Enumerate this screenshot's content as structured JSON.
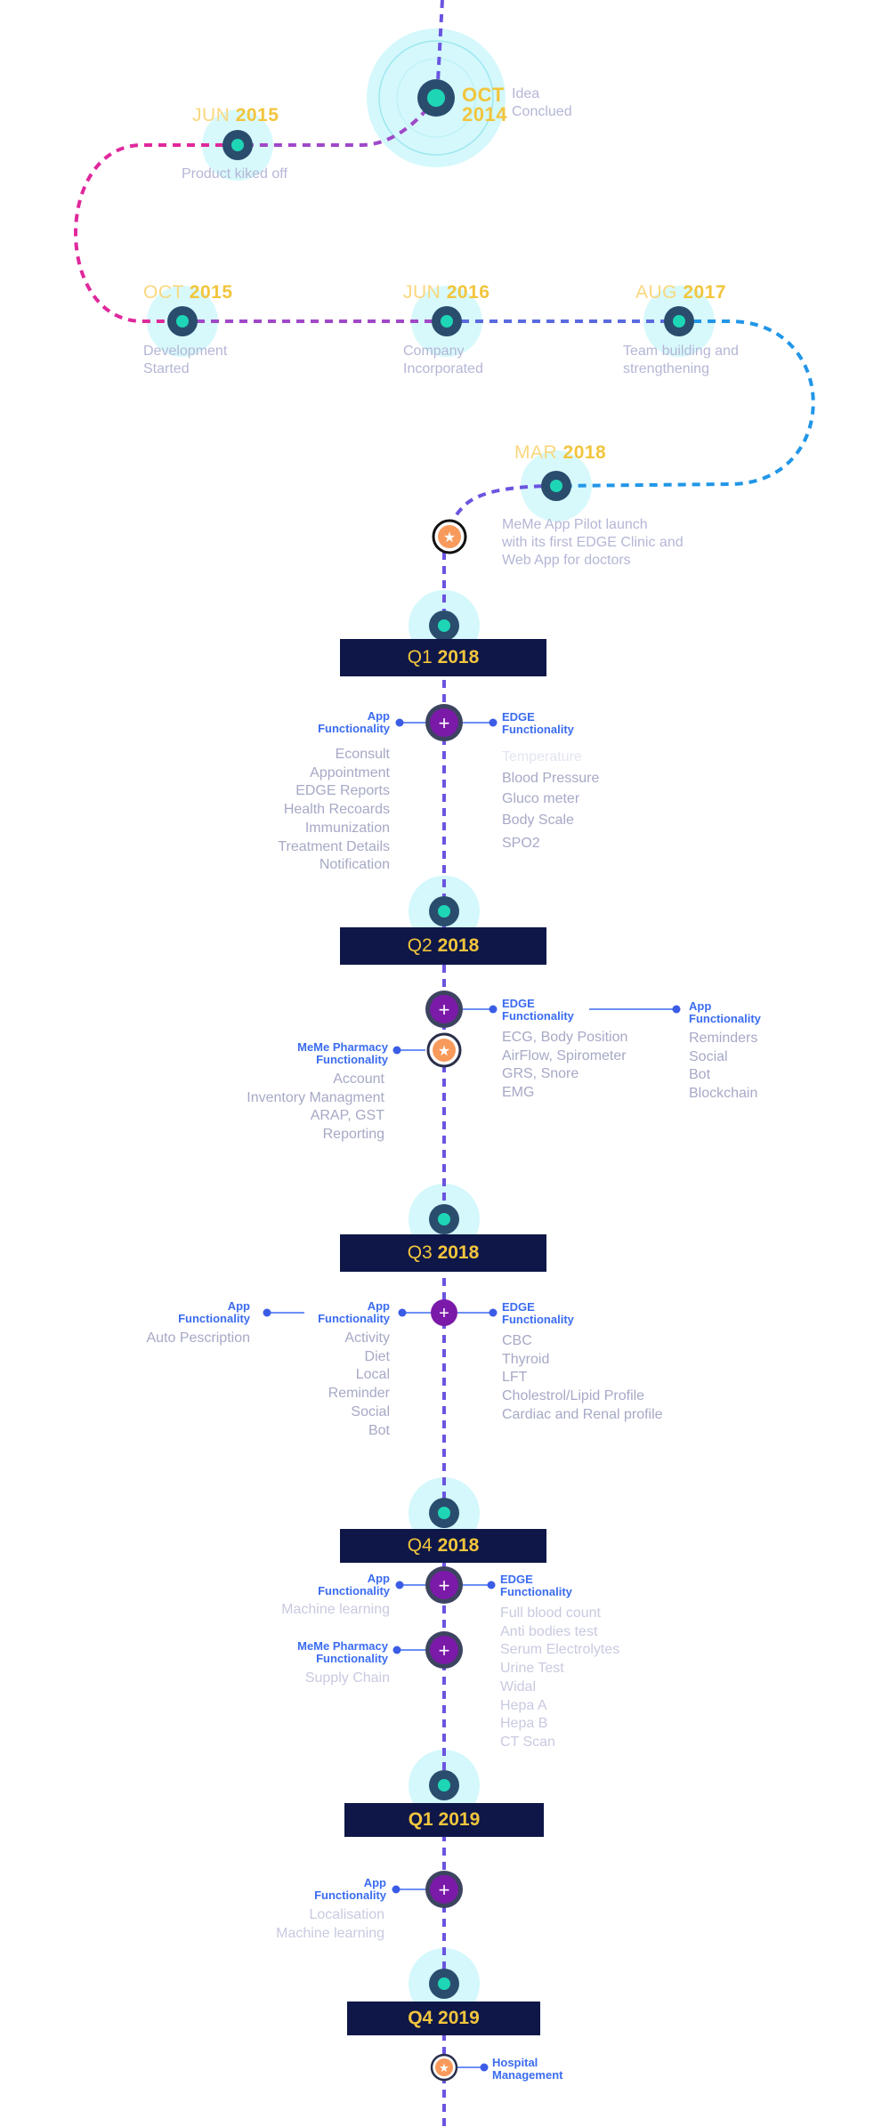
{
  "milestones": {
    "oct2014": {
      "month": "OCT",
      "year": "2014",
      "note": "Idea\nConclued"
    },
    "jun2015": {
      "month": "JUN",
      "year": "2015",
      "note": "Product kiked off"
    },
    "oct2015": {
      "month": "OCT",
      "year": "2015",
      "note": "Development\nStarted"
    },
    "jun2016": {
      "month": "JUN",
      "year": "2016",
      "note": "Company\nIncorporated"
    },
    "aug2017": {
      "month": "AUG",
      "year": "2017",
      "note": "Team building and\nstrengthening"
    },
    "mar2018": {
      "month": "MAR",
      "year": "2018",
      "note": "MeMe App Pilot launch\nwith its first EDGE Clinic and\nWeb App for doctors"
    }
  },
  "quarters": {
    "q1_2018": {
      "q": "Q1",
      "year": "2018"
    },
    "q2_2018": {
      "q": "Q2",
      "year": "2018"
    },
    "q3_2018": {
      "q": "Q3",
      "year": "2018"
    },
    "q4_2018": {
      "q": "Q4",
      "year": "2018"
    },
    "q1_2019": {
      "label": "Q1 2019"
    },
    "q4_2019": {
      "label": "Q4 2019"
    }
  },
  "q1_2018": {
    "app_label": "App\nFunctionality",
    "app_items": "Econsult\nAppointment\nEDGE Reports\nHealth Recoards\nImmunization\nTreatment Details\nNotification",
    "edge_label": "EDGE\nFunctionality",
    "edge_first": "Temperature",
    "edge_items": [
      "Blood Pressure",
      "Gluco meter",
      "Body Scale",
      "SPO2"
    ]
  },
  "q2_2018": {
    "edge_label": "EDGE\nFunctionality",
    "edge_items": "ECG, Body Position\nAirFlow, Spirometer\nGRS, Snore\nEMG",
    "app_label": "App\nFunctionality",
    "app_items": "Reminders\nSocial\nBot\nBlockchain",
    "pharmacy_label": "MeMe Pharmacy\nFunctionality",
    "pharmacy_items": "Account\nInventory Managment\nARAP, GST\nReporting"
  },
  "q3_2018": {
    "far_app_label": "App\nFunctionality",
    "far_app_items": "Auto Pescription",
    "app_label": "App\nFunctionality",
    "app_items": "Activity\nDiet\nLocal\nReminder\nSocial\nBot",
    "edge_label": "EDGE\nFunctionality",
    "edge_items": "CBC\nThyroid\nLFT\nCholestrol/Lipid Profile\nCardiac and Renal profile"
  },
  "q4_2018": {
    "app_label": "App\nFunctionality",
    "app_items": "Machine learning",
    "edge_label": "EDGE\nFunctionality",
    "edge_items": "Full blood count\nAnti bodies test\nSerum Electrolytes\nUrine Test\nWidal\nHepa A\nHepa B\nCT Scan",
    "pharmacy_label": "MeMe Pharmacy\nFunctionality",
    "pharmacy_items": "Supply Chain"
  },
  "q1_2019": {
    "app_label": "App\nFunctionality",
    "app_items": "Localisation\nMachine learning"
  },
  "q4_2019": {
    "hospital_label": "Hospital\nManagement"
  },
  "colors": {
    "magenta": "#e0289c",
    "violet": "#6a55e0",
    "blue": "#2196e8",
    "navy": "#0e1747",
    "gold": "#f2c53d",
    "teal": "#1ed6b5",
    "node_dark": "#2a4d6e",
    "halo": "#d4f8fc",
    "purple_node": "#7b1aa8",
    "orange_node": "#f79a5c",
    "link_blue": "#3b6cf0"
  },
  "icons": [
    "milestone-node-icon",
    "plus-node-icon",
    "star-node-icon"
  ]
}
